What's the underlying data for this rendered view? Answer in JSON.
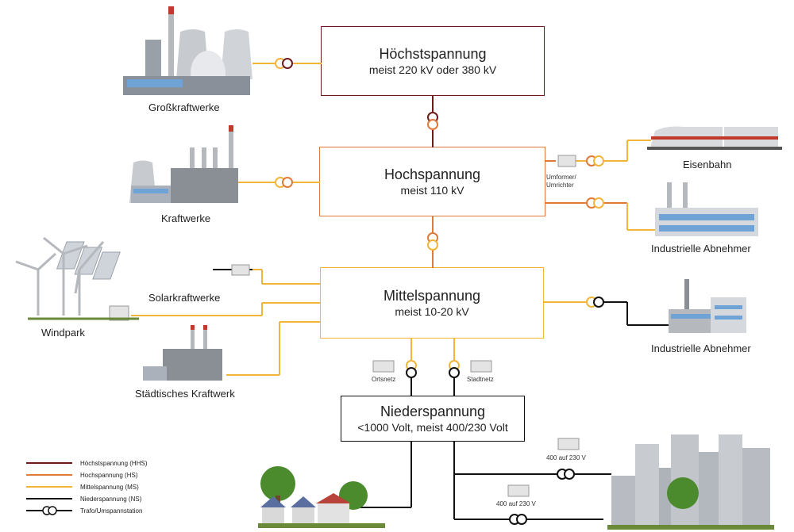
{
  "boxes": {
    "hhs": {
      "title": "Höchstspannung",
      "sub": "meist 220 kV oder 380 kV"
    },
    "hs": {
      "title": "Hochspannung",
      "sub": "meist 110 kV"
    },
    "ms": {
      "title": "Mittelspannung",
      "sub": "meist 10-20 kV"
    },
    "ns": {
      "title": "Niederspannung",
      "sub": "<1000 Volt, meist 400/230 Volt"
    }
  },
  "labels": {
    "grosskraftwerke": "Großkraftwerke",
    "kraftwerke": "Kraftwerke",
    "solar": "Solarkraftwerke",
    "windpark": "Windpark",
    "staedtisch": "Städtisches Kraftwerk",
    "eisenbahn": "Eisenbahn",
    "industrie1": "Industrielle Abnehmer",
    "industrie2": "Industrielle Abnehmer",
    "umformer_line1": "Umformer/",
    "umformer_line2": "Umrichter",
    "ortsnetz": "Ortsnetz",
    "stadtnetz": "Stadtnetz",
    "trafo_400_a": "400 auf 230 V",
    "trafo_400_b": "400 auf 230 V"
  },
  "legend": [
    {
      "label": "Höchstspannung (HHS)",
      "color": "#6e1a1a"
    },
    {
      "label": "Hochspannung (HS)",
      "color": "#e07a3a"
    },
    {
      "label": "Mittelspannung (MS)",
      "color": "#f2b53a"
    },
    {
      "label": "Niederspannung (NS)",
      "color": "#111111"
    },
    {
      "label": "Trafo/Umspannstation",
      "color": "#111111"
    }
  ],
  "colors": {
    "hhs": "#6e1a1a",
    "hs": "#e07a3a",
    "ms": "#f2b53a",
    "ns": "#111111"
  }
}
